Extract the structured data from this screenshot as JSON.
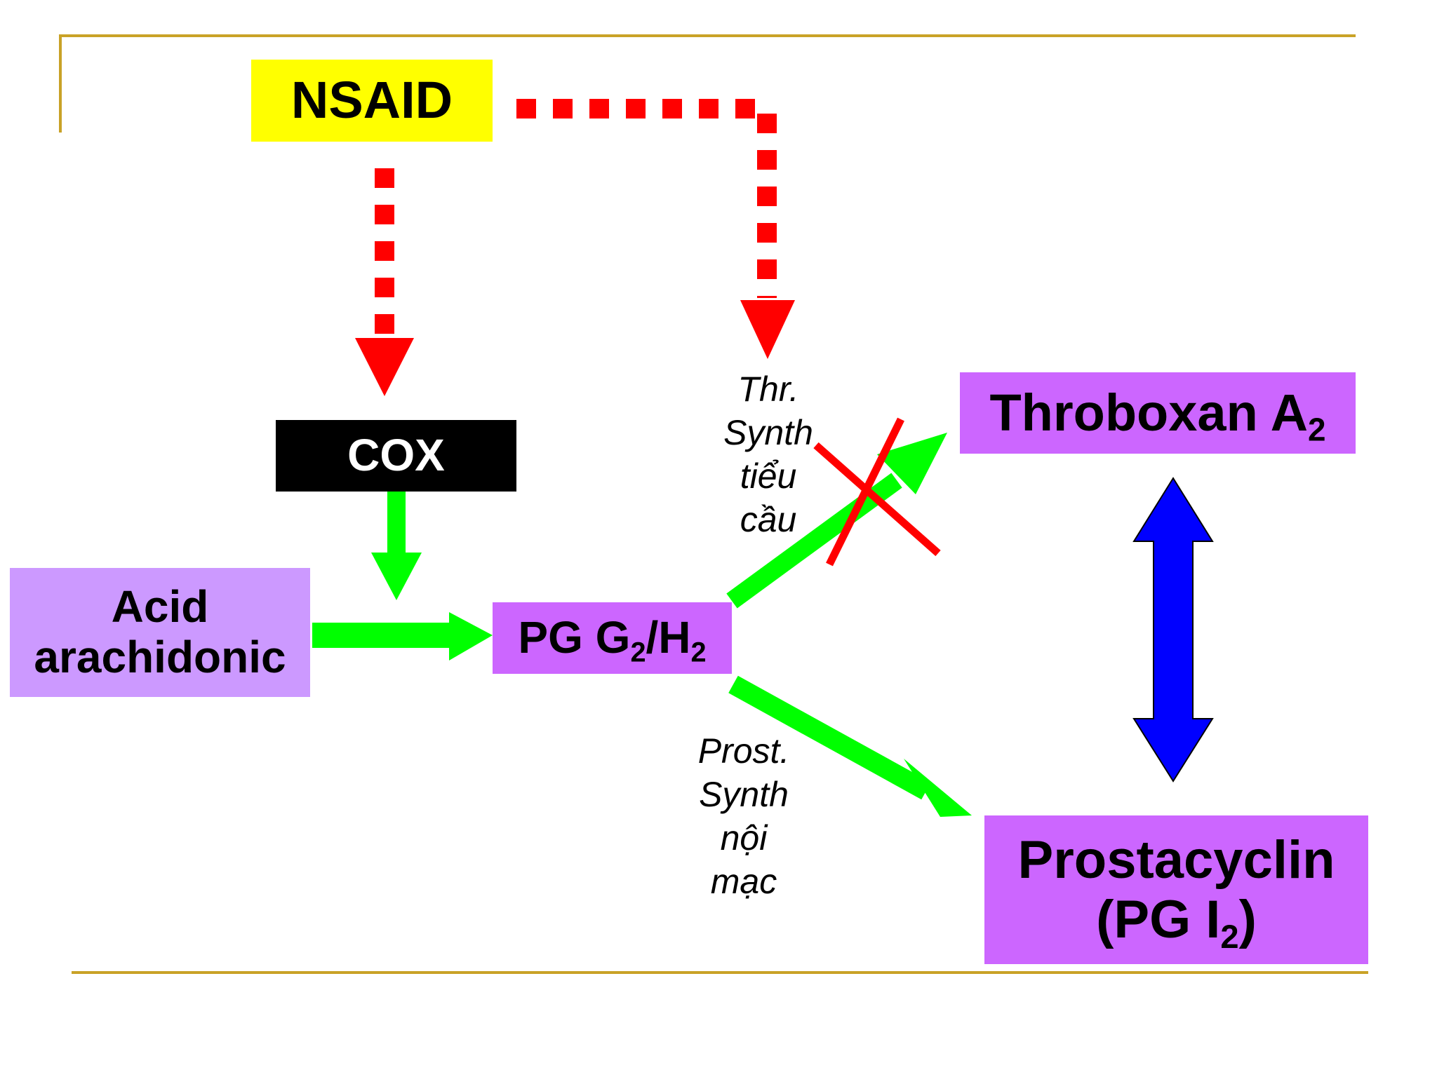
{
  "nodes": {
    "nsaid": {
      "label": "NSAID",
      "color": "#ffff00"
    },
    "cox": {
      "label": "COX",
      "color": "#000000",
      "text_color": "#ffffff"
    },
    "acid": {
      "line1": "Acid",
      "line2": "arachidonic",
      "color": "#cc99ff"
    },
    "pg": {
      "main": "PG G",
      "sub1": "2",
      "slash": "/H",
      "sub2": "2",
      "color": "#cc66ff"
    },
    "thromboxane": {
      "main": "Throboxan A",
      "sub": "2",
      "color": "#cc66ff"
    },
    "prostacyclin": {
      "line1": "Prostacyclin",
      "line2_prefix": "(PG I",
      "line2_sub": "2",
      "line2_suffix": ")",
      "color": "#cc66ff"
    }
  },
  "notes": {
    "thr": {
      "lines": [
        "Thr.",
        "Synth",
        "tiểu",
        "cầu"
      ]
    },
    "prost": {
      "lines": [
        "Prost.",
        "Synth",
        "nội",
        "mạc"
      ]
    }
  },
  "colors": {
    "inhibit_arrow": "#ff0000",
    "flow_arrow": "#00ff00",
    "balance_arrow": "#0000ff",
    "block_mark": "#ff0000",
    "frame_line": "#c9a227"
  }
}
